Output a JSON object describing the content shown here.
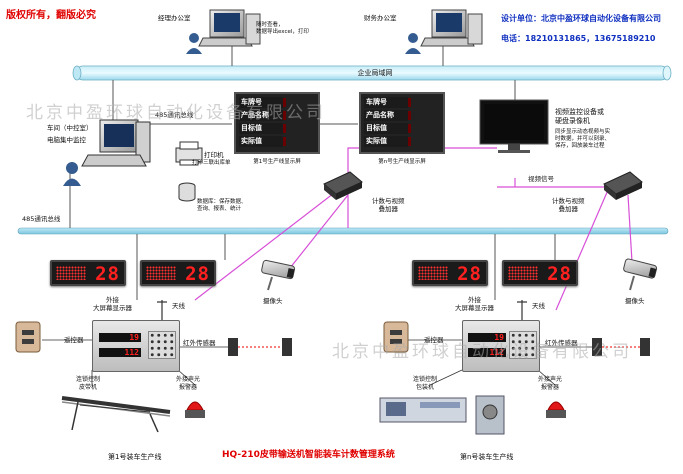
{
  "copyright": "版权所有，翻版必究",
  "company": {
    "line": "设计单位：北京中盈环球自动化设备有限公司",
    "phone": "电话：18210131865，13675189210"
  },
  "watermark": "北京中盈环球自动化设备有限公司",
  "offices": {
    "manager": "经理办公室",
    "finance": "财务办公室",
    "manager_note": "随时查看，\n数据导出excel，打印"
  },
  "network": {
    "lan_label": "企业局域网",
    "bus_485_top": "485通讯总线",
    "bus_485_bottom": "485通讯总线"
  },
  "control_room": {
    "label": "车间（中控室）\n电脑集中监控",
    "printer": "打印机",
    "printer_note": "打印三联出库单",
    "database": "数据库：保存数据、\n查询、报表、统计"
  },
  "big_screens": [
    {
      "caption": "第1号生产线显示屏",
      "rows": [
        {
          "label": "车牌号",
          "value": ""
        },
        {
          "label": "产品名称",
          "value": ""
        },
        {
          "label": "目标值",
          "value": ""
        },
        {
          "label": "实际值",
          "value": ""
        }
      ]
    },
    {
      "caption": "第n号生产线显示屏",
      "rows": [
        {
          "label": "车牌号",
          "value": ""
        },
        {
          "label": "产品名称",
          "value": ""
        },
        {
          "label": "目标值",
          "value": ""
        },
        {
          "label": "实际值",
          "value": ""
        }
      ]
    }
  ],
  "video_recorder": {
    "title": "视频监控设备或\n硬盘录像机",
    "note": "同步显示动态视频与实\n时数据，并可以刻录、\n保存，回放装车过程",
    "signal": "视频信号"
  },
  "overlay": {
    "left": "计数与视频\n叠加器",
    "right": "计数与视频\n叠加器"
  },
  "line1": {
    "led_values": [
      "28",
      "28"
    ],
    "screen_label": "外接\n大屏幕显示器",
    "antenna": "天线",
    "remote": "遥控器",
    "sensor": "红外传感器",
    "ctrl_values": [
      "19",
      "112"
    ],
    "belt_ctrl": "连锁控制\n皮带机",
    "alarm": "外接声光\n报警器",
    "camera": "摄像头",
    "caption": "第1号装车生产线"
  },
  "linen": {
    "led_values": [
      "28",
      "28"
    ],
    "screen_label": "外接\n大屏幕显示器",
    "antenna": "天线",
    "remote": "遥控器",
    "sensor": "红外传感器",
    "ctrl_values": [
      "19",
      "112"
    ],
    "belt_ctrl": "连锁控制\n包装机",
    "alarm": "外接声光\n报警器",
    "camera": "摄像头",
    "caption": "第n号装车生产线"
  },
  "system_title": "HQ-210皮带输送机智能装车计数管理系统"
}
